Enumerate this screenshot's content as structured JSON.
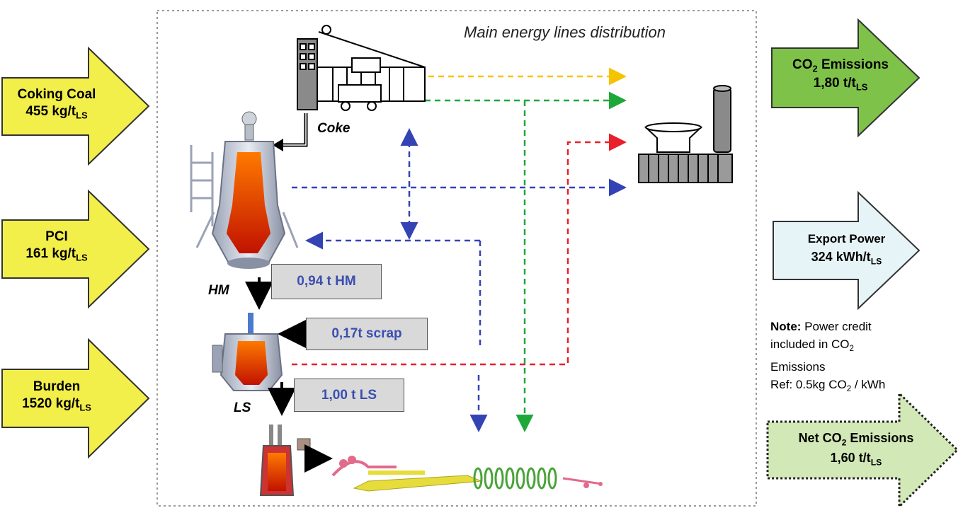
{
  "frame_title": "Main energy lines distribution",
  "inputs": [
    {
      "name": "Coking Coal",
      "value": "455 kg/t",
      "value_sub": "LS"
    },
    {
      "name": "PCI",
      "value": "161 kg/t",
      "value_sub": "LS"
    },
    {
      "name": "Burden",
      "value": "1520 kg/t",
      "value_sub": "LS"
    }
  ],
  "outputs": {
    "co2": {
      "name_pre": "CO",
      "name_sub": "2",
      "name_post": " Emissions",
      "value": "1,80 t/t",
      "value_sub": "LS"
    },
    "power": {
      "name": "Export Power",
      "value": "324 kWh/t",
      "value_sub": "LS"
    },
    "net": {
      "name_pre": "Net CO",
      "name_sub": "2",
      "name_post": " Emissions",
      "value": "1,60 t/t",
      "value_sub": "LS"
    }
  },
  "process_labels": {
    "coke": "Coke",
    "hm": "HM",
    "ls": "LS"
  },
  "boxes": {
    "hm": "0,94 t HM",
    "scrap": "0,17t scrap",
    "ls": "1,00 t LS"
  },
  "note": {
    "bold": "Note:",
    "line1_rest": " Power credit",
    "line2_pre": "included in CO",
    "line2_sub": "2",
    "line3": "Emissions",
    "line4_pre": "Ref: 0.5kg CO",
    "line4_sub": "2",
    "line4_post": " / kWh"
  },
  "colors": {
    "input_arrow": "#f3ef4a",
    "co2_arrow": "#7fc24a",
    "power_arrow": "#e6f4f7",
    "net_arrow": "#d2e8b6",
    "yellow_line": "#f5c400",
    "green_line": "#1fa83a",
    "red_line": "#e8202a",
    "blue_line": "#3443b4",
    "box_text": "#3b4fb0"
  }
}
